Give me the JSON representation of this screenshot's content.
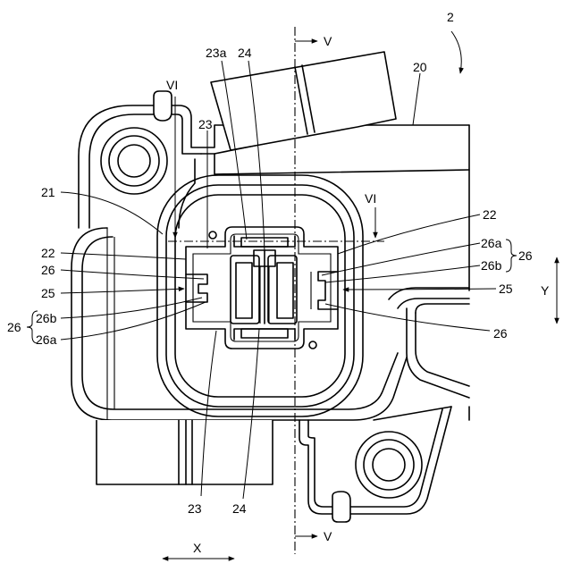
{
  "labels": {
    "device_ref": "2",
    "housing": "20",
    "mount": "21",
    "opening_left": "22",
    "opening_right": "22",
    "terminal_top": "23",
    "terminal_top_a": "23a",
    "terminal_bottom": "23",
    "pin_top": "24",
    "pin_bottom": "24",
    "slot_left": "25",
    "slot_right": "25",
    "catch_left_upper": "26",
    "catch_right_lower": "26",
    "catch_group_left": "26",
    "catch_group_right": "26",
    "catch_left_b": "26b",
    "catch_left_a": "26a",
    "catch_right_a": "26a",
    "catch_right_b": "26b"
  },
  "sections": {
    "v_top": "V",
    "v_bottom": "V",
    "vi_left": "VI",
    "vi_right": "VI"
  },
  "axes": {
    "x": "X",
    "y": "Y"
  }
}
